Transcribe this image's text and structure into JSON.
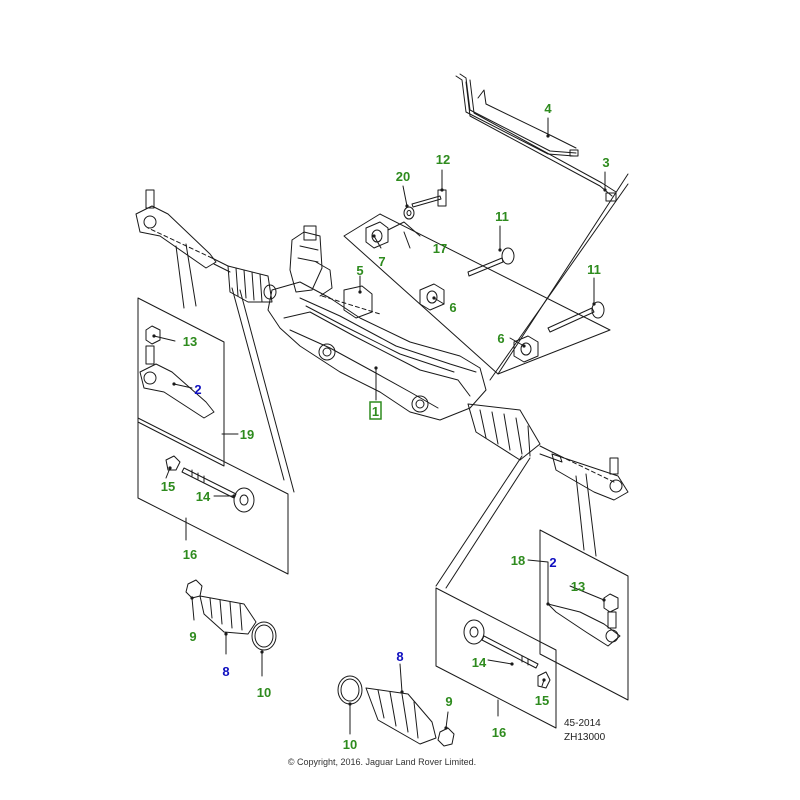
{
  "colors": {
    "green_label": "#2e8b1e",
    "blue_label": "#1010c0",
    "line": "#1a1a1a",
    "highlight_box": "#2e8b1e"
  },
  "callouts": {
    "c1": "1",
    "c2a": "2",
    "c2b": "2",
    "c3": "3",
    "c4": "4",
    "c5": "5",
    "c6a": "6",
    "c6b": "6",
    "c7": "7",
    "c8a": "8",
    "c8b": "8",
    "c9a": "9",
    "c9b": "9",
    "c10a": "10",
    "c10b": "10",
    "c11a": "11",
    "c11b": "11",
    "c12": "12",
    "c13a": "13",
    "c13b": "13",
    "c14a": "14",
    "c14b": "14",
    "c15a": "15",
    "c15b": "15",
    "c16a": "16",
    "c16b": "16",
    "c17": "17",
    "c18": "18",
    "c19": "19",
    "c20": "20"
  },
  "footer": {
    "drawing_date": "45-2014",
    "drawing_code": "ZH13000",
    "copyright": "© Copyright, 2016. Jaguar Land Rover Limited."
  }
}
